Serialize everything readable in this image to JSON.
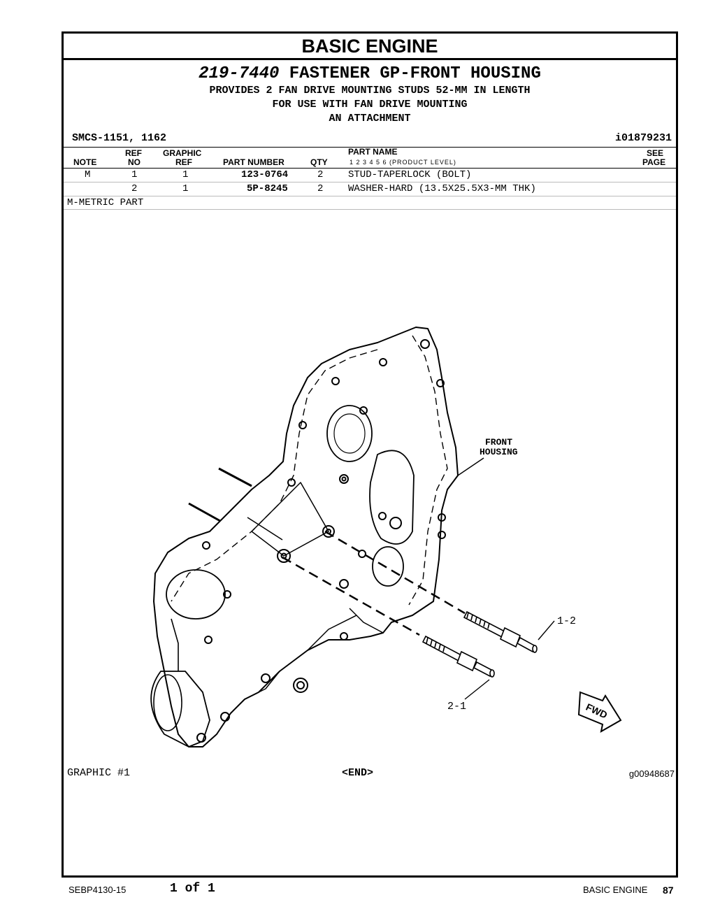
{
  "header": {
    "title": "BASIC ENGINE"
  },
  "group": {
    "part_number": "219-7440",
    "name": "FASTENER GP-FRONT HOUSING",
    "description": [
      "PROVIDES 2 FAN DRIVE MOUNTING STUDS 52-MM IN LENGTH",
      "FOR USE WITH FAN DRIVE MOUNTING",
      "AN ATTACHMENT"
    ],
    "smcs": "SMCS-1151, 1162",
    "illustration_id": "i01879231"
  },
  "table": {
    "columns": {
      "note": "NOTE",
      "ref_top": "REF",
      "ref_bottom": "NO",
      "graphic_top": "GRAPHIC",
      "graphic_bottom": "REF",
      "part_number": "PART NUMBER",
      "qty": "QTY",
      "part_name": "PART NAME",
      "levels": "1  2  3  4  5  6  (PRODUCT LEVEL)",
      "see_top": "SEE",
      "see_bottom": "PAGE"
    },
    "rows": [
      {
        "note": "M",
        "ref_no": "1",
        "graphic_ref": "1",
        "part_number": "123-0764",
        "qty": "2",
        "part_name": "STUD-TAPERLOCK (BOLT)"
      },
      {
        "note": "",
        "ref_no": "2",
        "graphic_ref": "1",
        "part_number": "5P-8245",
        "qty": "2",
        "part_name": "WASHER-HARD (13.5X25.5X3-MM THK)"
      }
    ],
    "footnote": "M-METRIC PART"
  },
  "illustration": {
    "callout_housing": [
      "FRONT",
      "HOUSING"
    ],
    "callout_1": "1-2",
    "callout_2": "2-1",
    "fwd": "FWD",
    "graphic_label": "GRAPHIC #1",
    "end_label": "<END>",
    "graphic_id": "g00948687"
  },
  "footer": {
    "doc_number": "SEBP4130-15",
    "page_of": "1 of 1",
    "section": "BASIC ENGINE",
    "page_number": "87"
  }
}
